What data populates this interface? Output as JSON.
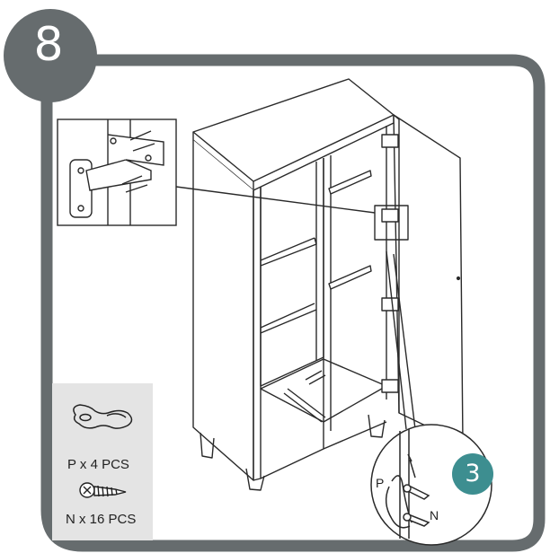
{
  "step": {
    "number": "8"
  },
  "parts": [
    {
      "id": "P",
      "label": "P x 4 PCS",
      "icon": "bracket-icon"
    },
    {
      "id": "N",
      "label": "N x 16 PCS",
      "icon": "screw-icon"
    }
  ],
  "callout": {
    "badge": "3",
    "label_p": "P",
    "label_n": "N"
  },
  "colors": {
    "frame": "#666c6e",
    "badge": "#3d8e90",
    "parts_panel": "#e4e4e4",
    "line": "#2a2a2a"
  }
}
